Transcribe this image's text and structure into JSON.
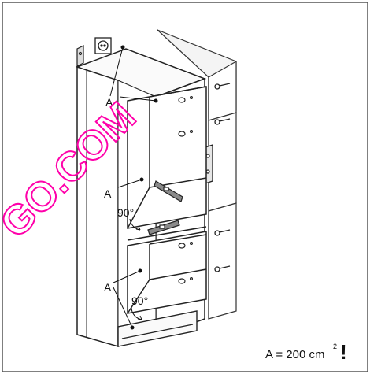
{
  "labels": {
    "a_top": "A",
    "a_mid": "A",
    "a_low": "A",
    "angle_mid": "90°",
    "angle_low": "90°"
  },
  "formula": {
    "text": "A = 200 cm",
    "exponent": "2",
    "mark": "!"
  },
  "watermark": "GO.COM",
  "colors": {
    "frame": "#555555",
    "line": "#222222",
    "watermark": "#ff00aa",
    "wall": "#f2f2f2"
  }
}
